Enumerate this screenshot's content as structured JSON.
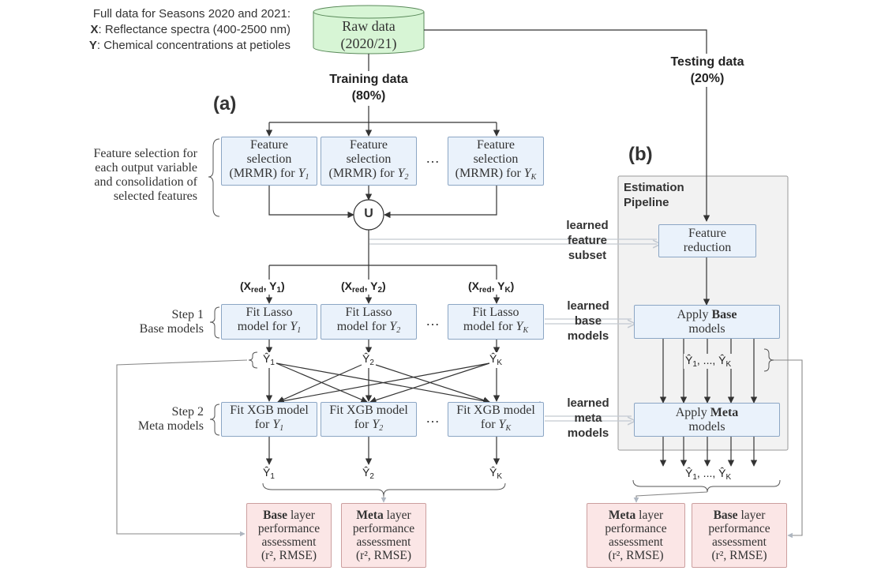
{
  "header_note": {
    "line1": "Full data for Seasons 2020 and 2021:",
    "x_key": "X",
    "x_text": ": Reflectance spectra (400-2500 nm)",
    "y_key": "Y",
    "y_text": ": Chemical concentrations at petioles"
  },
  "raw_data": {
    "line1": "Raw data",
    "line2": "(2020/21)"
  },
  "training_data": {
    "line1": "Training data",
    "line2": "(80%)"
  },
  "testing_data": {
    "line1": "Testing data",
    "line2": "(20%)"
  },
  "panel_a_label": "(a)",
  "panel_b_label": "(b)",
  "feature_selection_note": {
    "lines": [
      "Feature selection for",
      "each output variable",
      "and consolidation of",
      "selected features"
    ]
  },
  "feature_boxes": [
    {
      "l1": "Feature",
      "l2": "selection",
      "l3": "(MRMR) for ",
      "var": "Y",
      "sub": "1"
    },
    {
      "l1": "Feature",
      "l2": "selection",
      "l3": "(MRMR) for ",
      "var": "Y",
      "sub": "2"
    },
    {
      "l1": "Feature",
      "l2": "selection",
      "l3": "(MRMR) for ",
      "var": "Y",
      "sub": "K"
    }
  ],
  "ellipsis": "…",
  "union_symbol": "U",
  "xred_labels": [
    {
      "open": "(X",
      "sub": "red",
      "mid": ", Y",
      "sub2": "1",
      "close": ")"
    },
    {
      "open": "(X",
      "sub": "red",
      "mid": ", Y",
      "sub2": "2",
      "close": ")"
    },
    {
      "open": "(X",
      "sub": "red",
      "mid": ", Y",
      "sub2": "K",
      "close": ")"
    }
  ],
  "step1": {
    "line1": "Step 1",
    "line2": "Base models"
  },
  "step2": {
    "line1": "Step 2",
    "line2": "Meta models"
  },
  "lasso_boxes": [
    {
      "l1": "Fit Lasso",
      "l2": "model  for ",
      "var": "Y",
      "sub": "1"
    },
    {
      "l1": "Fit Lasso",
      "l2": "model  for ",
      "var": "Y",
      "sub": "2"
    },
    {
      "l1": "Fit Lasso",
      "l2": "model  for ",
      "var": "Y",
      "sub": "K"
    }
  ],
  "xgb_boxes": [
    {
      "l1": "Fit XGB model",
      "l2": "for ",
      "var": "Y",
      "sub": "1"
    },
    {
      "l1": "Fit XGB model",
      "l2": "for ",
      "var": "Y",
      "sub": "2"
    },
    {
      "l1": "Fit XGB model",
      "l2": "for ",
      "var": "Y",
      "sub": "K"
    }
  ],
  "yhat_labels": [
    {
      "var": "Ŷ",
      "sub": "1"
    },
    {
      "var": "Ŷ",
      "sub": "2"
    },
    {
      "var": "Ŷ",
      "sub": "K"
    }
  ],
  "eval_boxes_a": [
    {
      "bold": "Base",
      "rest": " layer",
      "l2": "performance",
      "l3": "assessment",
      "l4": "(r², RMSE)"
    },
    {
      "bold": "Meta",
      "rest": " layer",
      "l2": "performance",
      "l3": "assessment",
      "l4": "(r², RMSE)"
    }
  ],
  "eval_boxes_b": [
    {
      "bold": "Meta",
      "rest": " layer",
      "l2": "performance",
      "l3": "assessment",
      "l4": "(r², RMSE)"
    },
    {
      "bold": "Base",
      "rest": " layer",
      "l2": "performance",
      "l3": "assessment",
      "l4": "(r², RMSE)"
    }
  ],
  "learned_feature_subset": {
    "l1": "learned",
    "l2": "feature",
    "l3": "subset"
  },
  "learned_base_models": {
    "l1": "learned",
    "l2": "base",
    "l3": "models"
  },
  "learned_meta_models": {
    "l1": "learned",
    "l2": "meta",
    "l3": "models"
  },
  "estimation_pipeline": {
    "l1": "Estimation",
    "l2": "Pipeline"
  },
  "feature_reduction": {
    "l1": "Feature",
    "l2": "reduction"
  },
  "apply_base": {
    "pre": "Apply ",
    "bold": "Base",
    "l2": "models"
  },
  "apply_meta": {
    "pre": "Apply ",
    "bold": "Meta",
    "l2": "models"
  },
  "pipeline_yhat_mid": {
    "a": "Ŷ",
    "sa": "1",
    "mid": ", ..., ",
    "b": "Ŷ",
    "sb": "K"
  },
  "pipeline_yhat_bottom": {
    "a": "Ŷ",
    "sa": "1",
    "mid": ", ..., ",
    "b": "Ŷ",
    "sb": "K"
  },
  "colors": {
    "blue_fill": "#eaf2fb",
    "blue_border": "#8ca6c4",
    "pink_fill": "#fbe6e6",
    "pink_border": "#cc9f9f",
    "green_fill": "#d7f5d5",
    "pipeline_fill": "#f2f2f2",
    "arrow": "#333333",
    "learned_arrow": "#bfc5cd"
  }
}
